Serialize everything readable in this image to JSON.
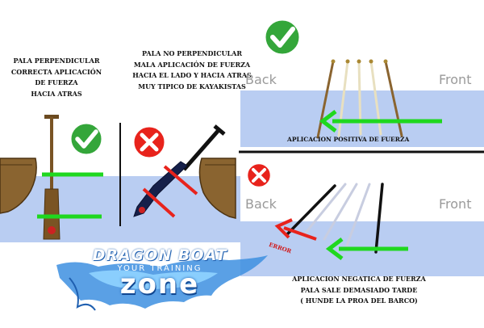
{
  "left_panel": {
    "correct_lines": [
      "PALA PERPENDICULAR",
      "CORRECTA APLICACIÓN",
      "DE FUERZA",
      "HACIA ATRAS"
    ],
    "wrong_lines": [
      "PALA NO PERPENDICULAR",
      "MALA APLICACIÓN DE FUERZA",
      "HACIA EL LADO Y HACIA ATRAS",
      "MUY TIPICO DE KAYAKISTAS"
    ]
  },
  "right_top": {
    "back_label": "Back",
    "front_label": "Front",
    "caption": "APLICACION POSITIVA DE FUERZA"
  },
  "right_bottom": {
    "back_label": "Back",
    "front_label": "Front",
    "error_label": "ERROR",
    "caption_lines": [
      "APLICACION NEGATICA DE FUERZA",
      "PALA SALE DEMASIADO TARDE",
      "( HUNDE LA PROA DEL BARCO)"
    ]
  },
  "logo": {
    "line1": "DRAGON BOAT",
    "line2": "YOUR TRAINING",
    "line3": "zone"
  },
  "colors": {
    "water": "#b9cdf2",
    "good_check": "#34a63a",
    "bad_cross": "#e8231c",
    "arrow_green": "#1fd81f",
    "boat_brown": "#7a5424",
    "paddle_navy": "#16204a"
  }
}
